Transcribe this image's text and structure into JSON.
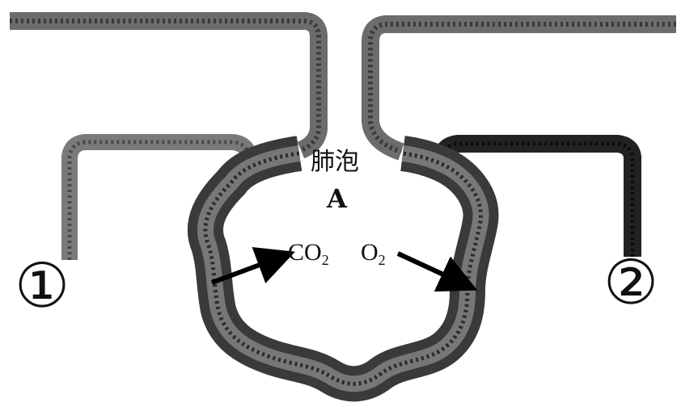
{
  "alveolus": {
    "title": "肺泡",
    "letter": "A"
  },
  "gases": {
    "out": {
      "base": "CO",
      "sub": "2"
    },
    "in": {
      "base": "O",
      "sub": "2"
    }
  },
  "vessels": {
    "left": "①",
    "right": "②"
  },
  "colors": {
    "vessel_left": "#6a6a6a",
    "vessel_right": "#1e1e1e",
    "wall": "#555555",
    "arrow": "#000000"
  }
}
